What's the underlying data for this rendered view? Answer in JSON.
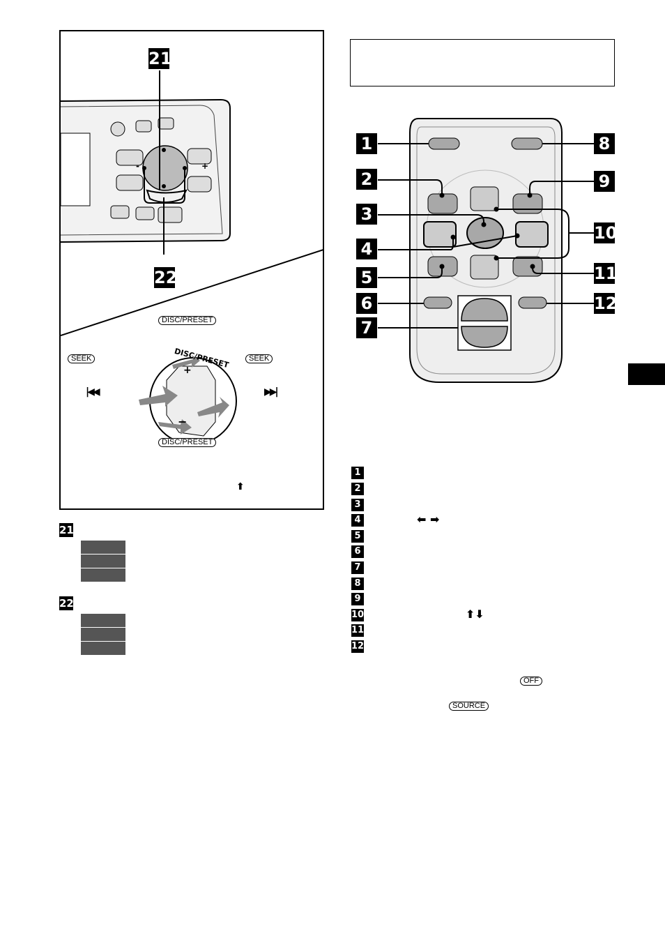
{
  "unit_callouts": {
    "top": "21",
    "bottom": "22"
  },
  "unit_face_signs": {
    "plus": "+",
    "minus": "-"
  },
  "dial_detail": {
    "disc_preset_top": "DISC/PRESET",
    "disc_preset_bottom": "DISC/PRESET",
    "seek_left": "SEEK",
    "seek_right": "SEEK",
    "dial_arc_text": "DISC/PRESET",
    "dial_plus": "+",
    "dial_minus": "−",
    "prev_icon": "prev-track-icon",
    "next_icon": "next-track-icon",
    "up_arrow_icon": "up-arrow-icon"
  },
  "remote_callouts": [
    "1",
    "2",
    "3",
    "4",
    "5",
    "6",
    "7",
    "8",
    "9",
    "10",
    "11",
    "12"
  ],
  "left_list": {
    "item21": "21",
    "item22": "22"
  },
  "right_list": {
    "numbers": [
      "1",
      "2",
      "3",
      "4",
      "5",
      "6",
      "7",
      "8",
      "9",
      "10",
      "11",
      "12"
    ],
    "row4_icons": "left-right-arrows-icon",
    "row10_icons": "up-down-arrows-icon"
  },
  "notes": {
    "off_button": "OFF",
    "source_button": "SOURCE"
  },
  "colors": {
    "grey_bar": "#555555",
    "remote_body": "#ededed",
    "button_grey": "#a8a8a8"
  }
}
